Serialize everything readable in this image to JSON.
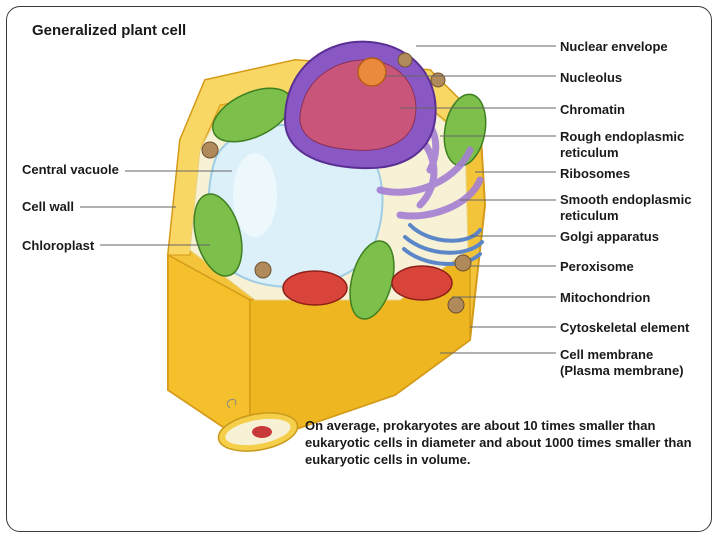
{
  "title": "Generalized plant cell",
  "labels_left": {
    "central_vacuole": "Central vacuole",
    "cell_wall": "Cell wall",
    "chloroplast": "Chloroplast"
  },
  "labels_right": {
    "nuclear_envelope": "Nuclear envelope",
    "nucleolus": "Nucleolus",
    "chromatin": "Chromatin",
    "rough_er_line1": "Rough endoplasmic",
    "rough_er_line2": "reticulum",
    "ribosomes": "Ribosomes",
    "smooth_er_line1": "Smooth endoplasmic",
    "smooth_er_line2": "reticulum",
    "golgi": "Golgi apparatus",
    "peroxisome": "Peroxisome",
    "mitochondrion": "Mitochondrion",
    "cytoskeletal": "Cytoskeletal element",
    "cell_membrane_line1": "Cell membrane",
    "cell_membrane_line2": "(Plasma membrane)"
  },
  "note": "On average, prokaryotes are about 10 times smaller than eukaryotic cells in diameter and about 1000 times smaller than eukaryotic cells in volume.",
  "colors": {
    "cell_wall": "#f6c93a",
    "cell_wall_dark": "#e0a91e",
    "vacuole": "#d9eef8",
    "chloroplast": "#7cbf4a",
    "nucleus": "#8a58c4",
    "nucleolus": "#e8813a",
    "mitochondrion": "#d9443a",
    "golgi": "#5b86c8",
    "er": "#b08ad8",
    "peroxisome": "#b08a5a"
  }
}
